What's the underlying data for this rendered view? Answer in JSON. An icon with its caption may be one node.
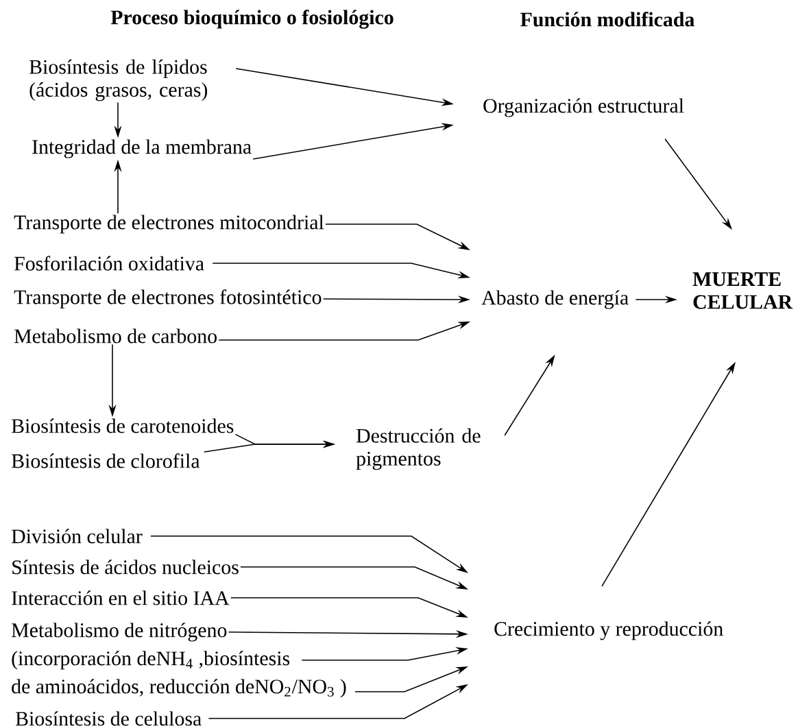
{
  "diagram": {
    "nodes": [
      {
        "text": [
          "Biosíntesis de lípidos (ácidos grasos, ceras)"
        ]
      },
      {
        "text": [
          "Integridad de la membrana"
        ]
      },
      {
        "text": [
          "Transporte de electrones mitocondrial"
        ]
      },
      {
        "text": [
          "Fosforilación oxidativa"
        ]
      },
      {
        "text": [
          "Transporte de electrones fotosintético"
        ]
      },
      {
        "text": [
          "Metabolismo de carbono"
        ]
      },
      {
        "text": [
          "Biosíntesis de carotenoides"
        ]
      },
      {
        "text": [
          "Biosíntesis de clorofila"
        ]
      },
      {
        "text": [
          "División celular"
        ]
      },
      {
        "text": [
          "Síntesis de ácidos nucleicos"
        ]
      },
      {
        "text": [
          "Interacción en el sitio IAA"
        ]
      },
      {
        "text": [
          "Metabolismo de nitrógeno"
        ]
      },
      {
        "text": [
          "(incorporación deNH$_{4}$ ,biosíntesis"
        ]
      },
      {
        "text": [
          "de aminoácidos, reducción deNO$_{2}$/NO$_{3}$ )"
        ]
      },
      {
        "text": [
          "Biosíntesis de celulosa"
        ]
      },
      {
        "text": [
          "Organización estructural"
        ]
      },
      {
        "text": [
          "Abasto de energía"
        ]
      },
      {
        "text": [
          "Destrucción de pigmentos"
        ]
      },
      {
        "text": [
          "Crecimiento y reproducción"
        ]
      },
      {
        "text": [
          "MUERTE CELULAR"
        ]
      }
    ],
    "edges": [
      {
        "from": 0,
        "to": 15,
        "arrow": "to"
      },
      {
        "from": 1,
        "to": 15,
        "arrow": "to"
      },
      {
        "from": 0,
        "to": 1,
        "arrow": "to"
      },
      {
        "from": 2,
        "to": 1,
        "arrow": "to"
      },
      {
        "from": 2,
        "to": 16,
        "arrow": "to"
      },
      {
        "from": 3,
        "to": 16,
        "arrow": "to"
      },
      {
        "from": 4,
        "to": 16,
        "arrow": "to"
      },
      {
        "from": 5,
        "to": 16,
        "arrow": "to"
      },
      {
        "from": 5,
        "to": 6,
        "arrow": "to"
      },
      {
        "from": 6,
        "to": 17,
        "arrow": "to"
      },
      {
        "from": 7,
        "to": 17,
        "arrow": "to"
      },
      {
        "from": 17,
        "to": 16,
        "arrow": "to"
      },
      {
        "from": 16,
        "to": 19,
        "arrow": "to"
      },
      {
        "from": 15,
        "to": 19,
        "arrow": "to"
      },
      {
        "from": 18,
        "to": 19,
        "arrow": "to"
      },
      {
        "from": 8,
        "to": 18,
        "arrow": "to"
      },
      {
        "from": 9,
        "to": 18,
        "arrow": "to"
      },
      {
        "from": 10,
        "to": 18,
        "arrow": "to"
      },
      {
        "from": 11,
        "to": 18,
        "arrow": "to"
      },
      {
        "from": 12,
        "to": 18,
        "arrow": "to"
      },
      {
        "from": 13,
        "to": 18,
        "arrow": "to"
      },
      {
        "from": 14,
        "to": 18,
        "arrow": "to"
      }
    ],
    "labels": [
      "Proceso bioquímico o fosiológico",
      "Función modificada"
    ]
  }
}
